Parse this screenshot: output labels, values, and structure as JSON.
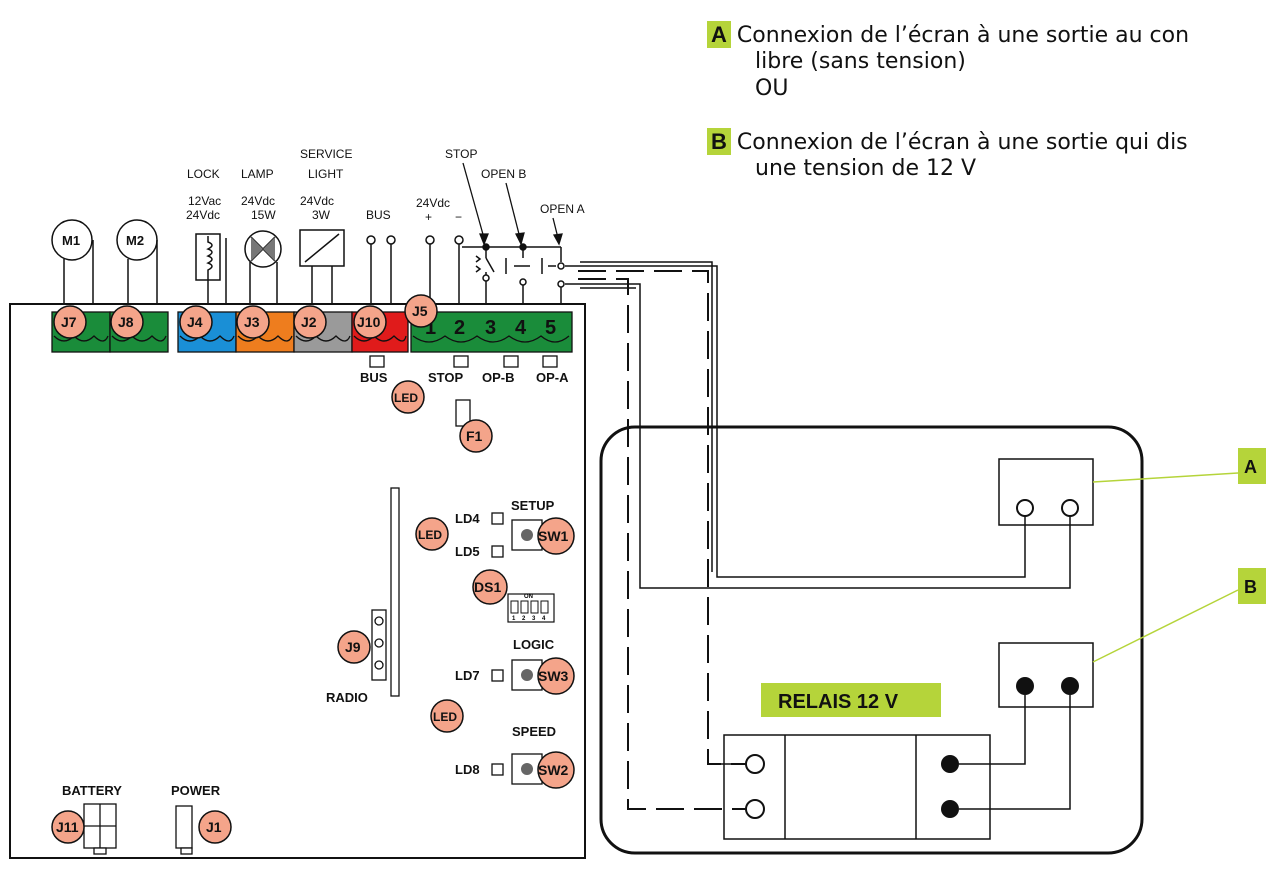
{
  "notes": {
    "a_tag": "A",
    "a_line1": "Connexion de l’écran à une sortie au con",
    "a_line2": "libre (sans tension)",
    "or_text": "OU",
    "b_tag": "B",
    "b_line1": "Connexion de l’écran à une sortie qui dis",
    "b_line2": "une tension de 12 V"
  },
  "top_labels": {
    "lock": "LOCK",
    "lock_v1": "12Vac",
    "lock_v2": "24Vdc",
    "lamp": "LAMP",
    "lamp_v1": "24Vdc",
    "lamp_v2": "15W",
    "service1": "SERVICE",
    "service2": "LIGHT",
    "service_v1": "24Vdc",
    "service_v2": "3W",
    "bus": "BUS",
    "supply": "24Vdc",
    "plus": "+",
    "minus": "−",
    "stop": "STOP",
    "open_b": "OPEN B",
    "open_a": "OPEN A"
  },
  "motors": {
    "m1": "M1",
    "m2": "M2"
  },
  "connectors": {
    "j7": "J7",
    "j8": "J8",
    "j4": "J4",
    "j3": "J3",
    "j2": "J2",
    "j10": "J10",
    "j5": "J5",
    "f1": "F1",
    "sw1": "SW1",
    "sw2": "SW2",
    "sw3": "SW3",
    "ds1": "DS1",
    "j9": "J9",
    "j11": "J11",
    "j1": "J1",
    "led": "LED"
  },
  "terminals": [
    "1",
    "2",
    "3",
    "4",
    "5"
  ],
  "board_labels": {
    "bus": "BUS",
    "stop": "STOP",
    "opb": "OP-B",
    "opa": "OP-A",
    "setup": "SETUP",
    "ld4": "LD4",
    "ld5": "LD5",
    "logic": "LOGIC",
    "ld7": "LD7",
    "speed": "SPEED",
    "ld8": "LD8",
    "radio": "RADIO",
    "battery": "BATTERY",
    "power": "POWER",
    "on": "ON",
    "dip": [
      "1",
      "2",
      "3",
      "4"
    ]
  },
  "display": {
    "relay_label": "RELAIS 12 V",
    "callout_a": "A",
    "callout_b": "B"
  },
  "colors": {
    "green": "#1a8c3a",
    "blue": "#1a8fd6",
    "orange": "#ee7d1e",
    "grey": "#9a9a9a",
    "red": "#e01b1b",
    "badge": "#f4a48a",
    "lime": "#b5d43a"
  }
}
